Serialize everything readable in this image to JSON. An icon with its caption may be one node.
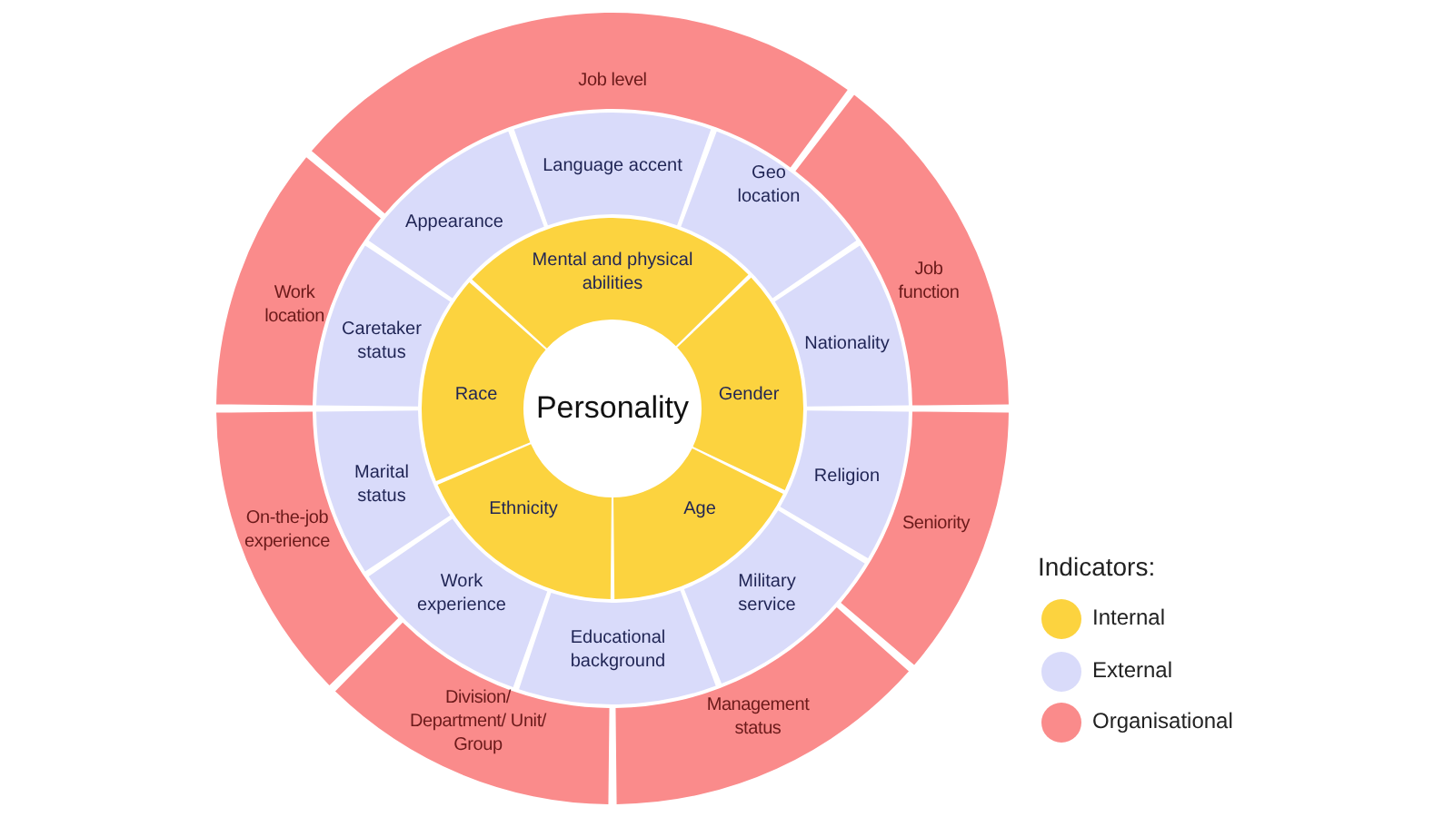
{
  "diagram": {
    "nodes": [
      {
        "text": [
          "Personality"
        ]
      },
      {
        "text": [
          "Mental and physical abilities"
        ]
      },
      {
        "text": [
          "Gender"
        ]
      },
      {
        "text": [
          "Age"
        ]
      },
      {
        "text": [
          "Ethnicity"
        ]
      },
      {
        "text": [
          "Race"
        ]
      },
      {
        "text": [
          "Appearance"
        ]
      },
      {
        "text": [
          "Language accent"
        ]
      },
      {
        "text": [
          "Geo location"
        ]
      },
      {
        "text": [
          "Nationality"
        ]
      },
      {
        "text": [
          "Religion"
        ]
      },
      {
        "text": [
          "Military service"
        ]
      },
      {
        "text": [
          "Educational background"
        ]
      },
      {
        "text": [
          "Work experience"
        ]
      },
      {
        "text": [
          "Marital status"
        ]
      },
      {
        "text": [
          "Caretaker status"
        ]
      },
      {
        "text": [
          "Job level"
        ]
      },
      {
        "text": [
          "Job function"
        ]
      },
      {
        "text": [
          "Seniority"
        ]
      },
      {
        "text": [
          "Management status"
        ]
      },
      {
        "text": [
          "Division/ Department/ Unit/ Group"
        ]
      },
      {
        "text": [
          "On-the-job experience"
        ]
      },
      {
        "text": [
          "Work location"
        ]
      }
    ],
    "edges": [],
    "labels": [
      "Indicators:"
    ],
    "legend": [
      {
        "text": "Internal",
        "color": "#fcd33f"
      },
      {
        "text": "External",
        "color": "#d9dbfa"
      },
      {
        "text": "Organisational",
        "color": "#fa8b8b"
      }
    ]
  }
}
